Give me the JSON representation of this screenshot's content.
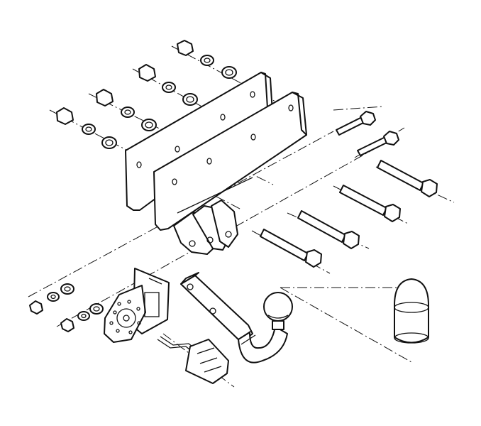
{
  "diagram": {
    "style": "black line-art exploded assembly drawing on white background",
    "colors": {
      "line": "#111111",
      "background": "#ffffff"
    },
    "components": [
      "nut-set-upper",
      "mounting-plate-rear",
      "mounting-plate-front",
      "bracket-lugs",
      "bolt-set",
      "nut-set-lower",
      "electrical-socket",
      "socket-wiring-connector",
      "tow-bar-arm",
      "tow-ball",
      "ball-cover-cap"
    ]
  }
}
